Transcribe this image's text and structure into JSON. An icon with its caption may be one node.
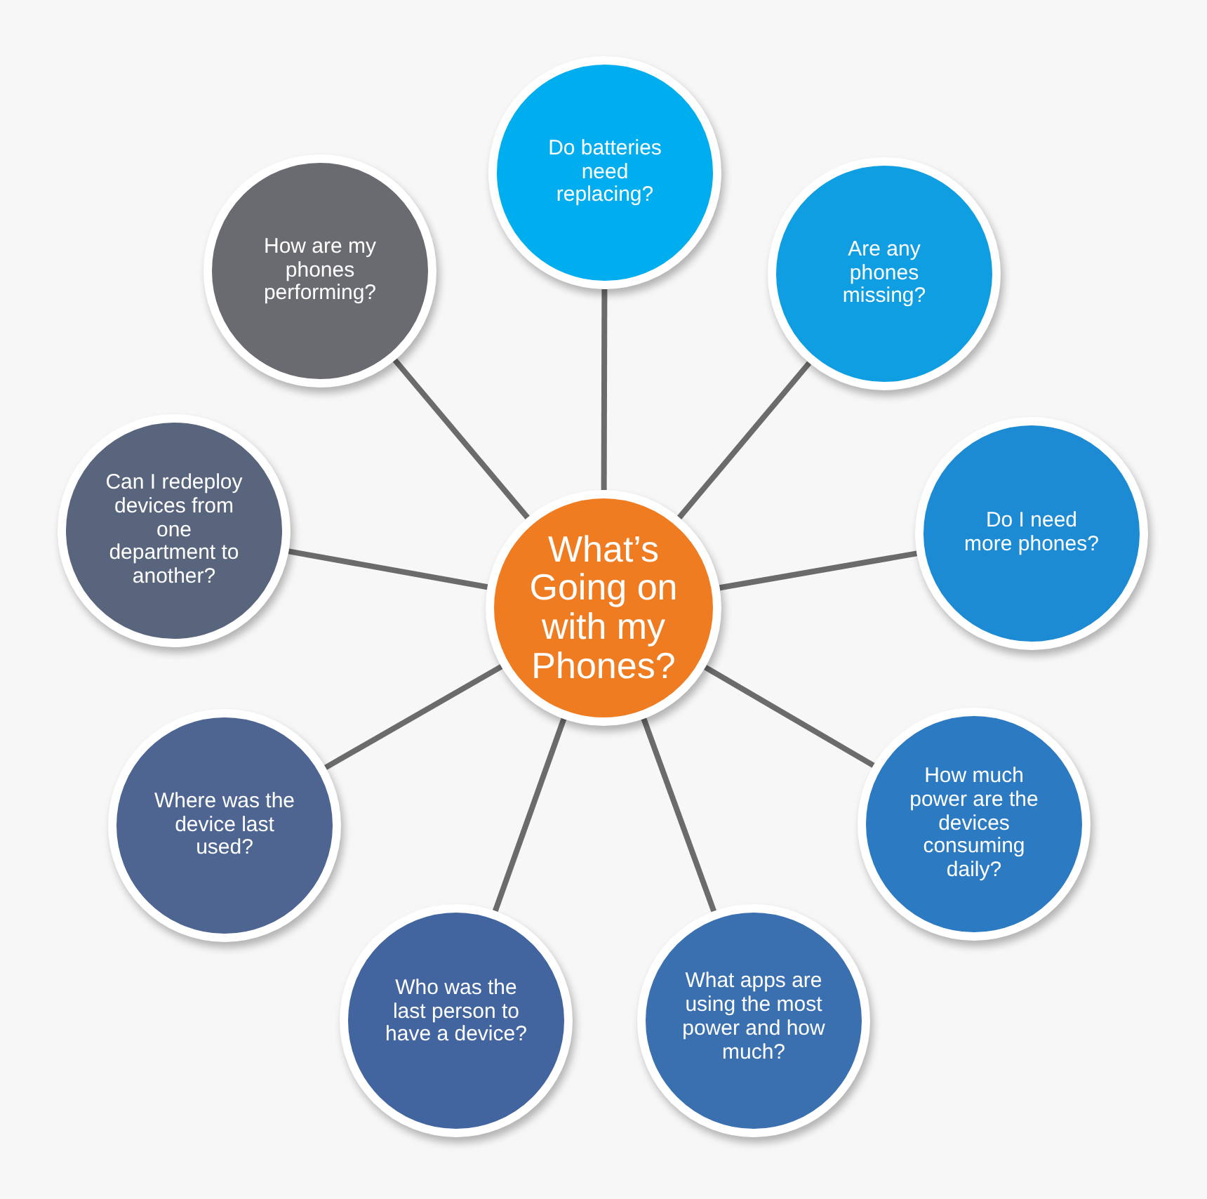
{
  "diagram": {
    "nodes": [
      {
        "text": [
          "What’s Going on with my Phones?"
        ]
      },
      {
        "text": [
          "Do batteries need replacing?"
        ]
      },
      {
        "text": [
          "Are any phones missing?"
        ]
      },
      {
        "text": [
          "Do I need more phones?"
        ]
      },
      {
        "text": [
          "How much power are the devices consuming daily?"
        ]
      },
      {
        "text": [
          "What apps are using the most power and how much?"
        ]
      },
      {
        "text": [
          "Who was the last person to have a device?"
        ]
      },
      {
        "text": [
          "Where was the device last used?"
        ]
      },
      {
        "text": [
          "Can I redeploy devices from one department to another?"
        ]
      },
      {
        "text": [
          "How are my phones performing?"
        ]
      }
    ],
    "edges": [
      {
        "from": 0,
        "to": 1,
        "arrow": "none"
      },
      {
        "from": 0,
        "to": 2,
        "arrow": "none"
      },
      {
        "from": 0,
        "to": 3,
        "arrow": "none"
      },
      {
        "from": 0,
        "to": 4,
        "arrow": "none"
      },
      {
        "from": 0,
        "to": 5,
        "arrow": "none"
      },
      {
        "from": 0,
        "to": 6,
        "arrow": "none"
      },
      {
        "from": 0,
        "to": 7,
        "arrow": "none"
      },
      {
        "from": 0,
        "to": 8,
        "arrow": "none"
      },
      {
        "from": 0,
        "to": 9,
        "arrow": "none"
      }
    ]
  }
}
